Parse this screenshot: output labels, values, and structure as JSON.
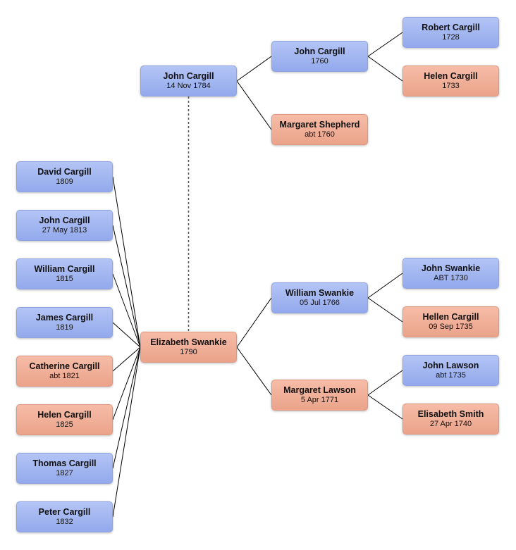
{
  "colors": {
    "male": "#9aaeee",
    "female": "#eeaa92",
    "line": "#000000",
    "spouse_line": "#555555"
  },
  "people": {
    "john_cargill_1784": {
      "name": "John Cargill",
      "date": "14 Nov 1784",
      "sex": "male"
    },
    "elizabeth_swankie": {
      "name": "Elizabeth Swankie",
      "date": "1790",
      "sex": "female"
    },
    "john_cargill_1760": {
      "name": "John Cargill",
      "date": "1760",
      "sex": "male"
    },
    "margaret_shepherd": {
      "name": "Margaret Shepherd",
      "date": "abt 1760",
      "sex": "female"
    },
    "robert_cargill": {
      "name": "Robert Cargill",
      "date": "1728",
      "sex": "male"
    },
    "helen_cargill_1733": {
      "name": "Helen Cargill",
      "date": "1733",
      "sex": "female"
    },
    "william_swankie": {
      "name": "William Swankie",
      "date": "05 Jul 1766",
      "sex": "male"
    },
    "margaret_lawson": {
      "name": "Margaret Lawson",
      "date": "5 Apr 1771",
      "sex": "female"
    },
    "john_swankie": {
      "name": "John Swankie",
      "date": "ABT 1730",
      "sex": "male"
    },
    "hellen_cargill": {
      "name": "Hellen Cargill",
      "date": "09 Sep 1735",
      "sex": "female"
    },
    "john_lawson": {
      "name": "John Lawson",
      "date": "abt 1735",
      "sex": "male"
    },
    "elisabeth_smith": {
      "name": "Elisabeth Smith",
      "date": "27 Apr 1740",
      "sex": "female"
    },
    "david_cargill": {
      "name": "David Cargill",
      "date": "1809",
      "sex": "male"
    },
    "john_cargill_1813": {
      "name": "John Cargill",
      "date": "27 May 1813",
      "sex": "male"
    },
    "william_cargill": {
      "name": "William Cargill",
      "date": "1815",
      "sex": "male"
    },
    "james_cargill": {
      "name": "James Cargill",
      "date": "1819",
      "sex": "male"
    },
    "catherine_cargill": {
      "name": "Catherine Cargill",
      "date": "abt 1821",
      "sex": "female"
    },
    "helen_cargill_1825": {
      "name": "Helen Cargill",
      "date": "1825",
      "sex": "female"
    },
    "thomas_cargill": {
      "name": "Thomas Cargill",
      "date": "1827",
      "sex": "male"
    },
    "peter_cargill": {
      "name": "Peter Cargill",
      "date": "1832",
      "sex": "male"
    }
  },
  "relations": {
    "spouses": [
      [
        "john_cargill_1784",
        "elizabeth_swankie"
      ]
    ],
    "parents": [
      [
        "john_cargill_1784",
        "john_cargill_1760"
      ],
      [
        "john_cargill_1784",
        "margaret_shepherd"
      ],
      [
        "john_cargill_1760",
        "robert_cargill"
      ],
      [
        "john_cargill_1760",
        "helen_cargill_1733"
      ],
      [
        "elizabeth_swankie",
        "william_swankie"
      ],
      [
        "elizabeth_swankie",
        "margaret_lawson"
      ],
      [
        "william_swankie",
        "john_swankie"
      ],
      [
        "william_swankie",
        "hellen_cargill"
      ],
      [
        "margaret_lawson",
        "john_lawson"
      ],
      [
        "margaret_lawson",
        "elisabeth_smith"
      ]
    ],
    "children_of": "elizabeth_swankie",
    "children": [
      "david_cargill",
      "john_cargill_1813",
      "william_cargill",
      "james_cargill",
      "catherine_cargill",
      "helen_cargill_1825",
      "thomas_cargill",
      "peter_cargill"
    ]
  }
}
